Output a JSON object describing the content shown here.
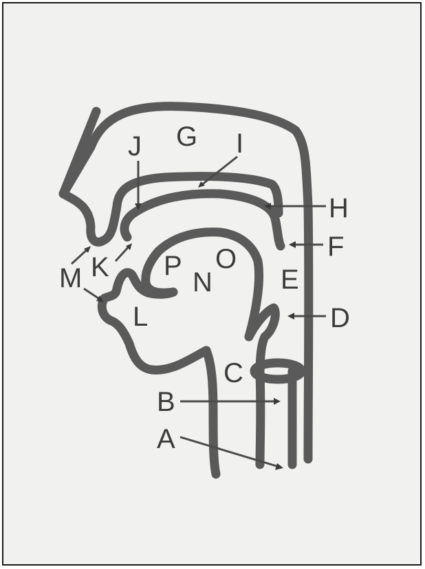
{
  "diagram": {
    "labels": {
      "A": "A",
      "B": "B",
      "C": "C",
      "D": "D",
      "E": "E",
      "F": "F",
      "G": "G",
      "H": "H",
      "I": "I",
      "J": "J",
      "K": "K",
      "L": "L",
      "M": "M",
      "N": "N",
      "O": "O",
      "P": "P"
    }
  },
  "colors": {
    "paper": "#f1f1ef",
    "ink": "#5a5a5a",
    "text": "#3c3c3c"
  }
}
